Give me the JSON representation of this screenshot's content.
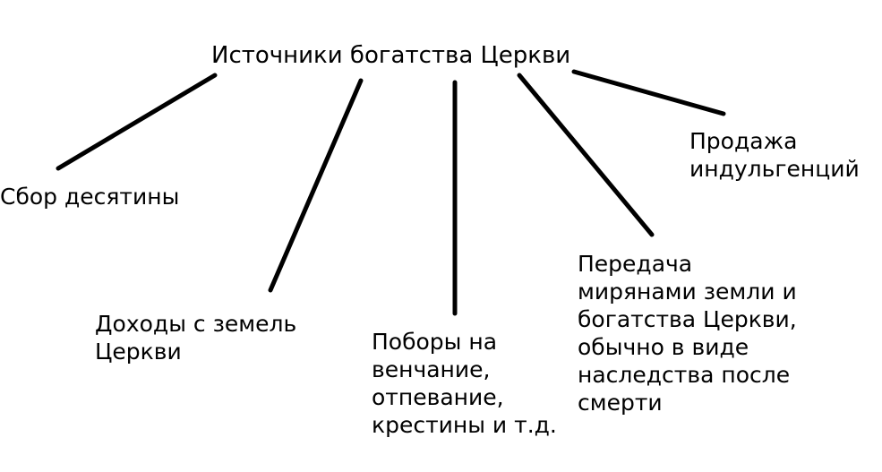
{
  "diagram": {
    "root": "Источники богатства Церкви",
    "branches": [
      {
        "text": "Сбор десятины"
      },
      {
        "text": "Доходы с земель\nЦеркви"
      },
      {
        "text": "Поборы на\nвенчание,\nотпевание,\nкрестины и т.д."
      },
      {
        "text": "Передача\nмирянами земли и\nбогатства Церкви,\nобычно в виде\nнаследства после\nсмерти"
      },
      {
        "text": "Продажа\nиндульгенций"
      }
    ],
    "line_color": "#000000"
  }
}
